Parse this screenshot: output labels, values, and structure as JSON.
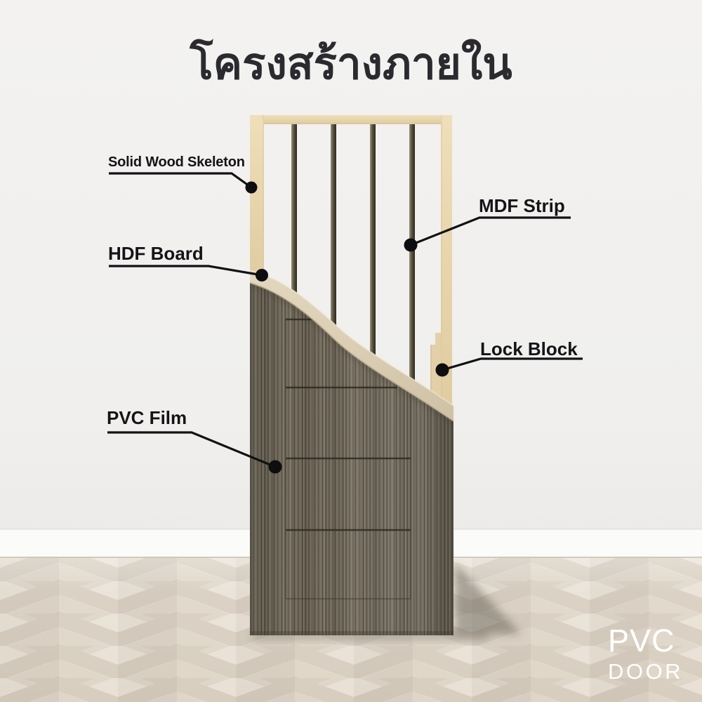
{
  "title": "โครงสร้างภายใน",
  "diagram": {
    "labels": [
      {
        "id": "solid-wood-skeleton",
        "text": "Solid Wood Skeleton"
      },
      {
        "id": "mdf-strip",
        "text": "MDF Strip"
      },
      {
        "id": "hdf-board",
        "text": "HDF Board"
      },
      {
        "id": "lock-block",
        "text": "Lock Block"
      },
      {
        "id": "pvc-film",
        "text": "PVC Film"
      }
    ]
  },
  "logo": {
    "line1": "PVC",
    "line2": "DOOR"
  },
  "colors": {
    "wall": "#f1f0ee",
    "baseboard": "#fbfbf9",
    "floor": "#d9cfc2",
    "frame_wood": "#e8d5ad",
    "mdf_strip": "#4a4436",
    "hdf_board": "#dbceb5",
    "pvc_film": "#6e6659",
    "callout_line": "#121214",
    "text": "#141417",
    "title_text": "#2a2a2f",
    "logo_text": "#ffffff"
  }
}
